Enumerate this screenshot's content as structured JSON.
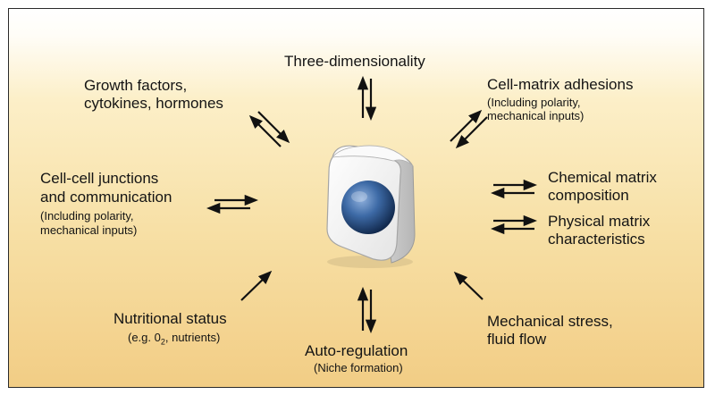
{
  "labels": {
    "three_dim": "Three-dimensionality",
    "growth_1": "Growth factors,",
    "growth_2": "cytokines, hormones",
    "cm_title": "Cell-matrix adhesions",
    "cm_sub_1": "(Including polarity,",
    "cm_sub_2": "mechanical inputs)",
    "cc_title_1": "Cell-cell junctions",
    "cc_title_2": "and communication",
    "cc_sub_1": "(Including polarity,",
    "cc_sub_2": "mechanical inputs)",
    "chem_1": "Chemical matrix",
    "chem_2": "composition",
    "phys_1": "Physical matrix",
    "phys_2": "characteristics",
    "nutr_1": "Nutritional status",
    "nutr_2_pre": "(e.g. 0",
    "nutr_2_sub": "2",
    "nutr_2_post": ", nutrients)",
    "auto_1": "Auto-regulation",
    "auto_2": "(Niche formation)",
    "mech_1": "Mechanical stress,",
    "mech_2": "fluid flow"
  },
  "colors": {
    "bg_top": "#ffffff",
    "bg_bottom": "#f2cd85",
    "text": "#141414",
    "arrow": "#111111",
    "nucleus": "#2e5d98",
    "cell": "#f3f3f3"
  }
}
